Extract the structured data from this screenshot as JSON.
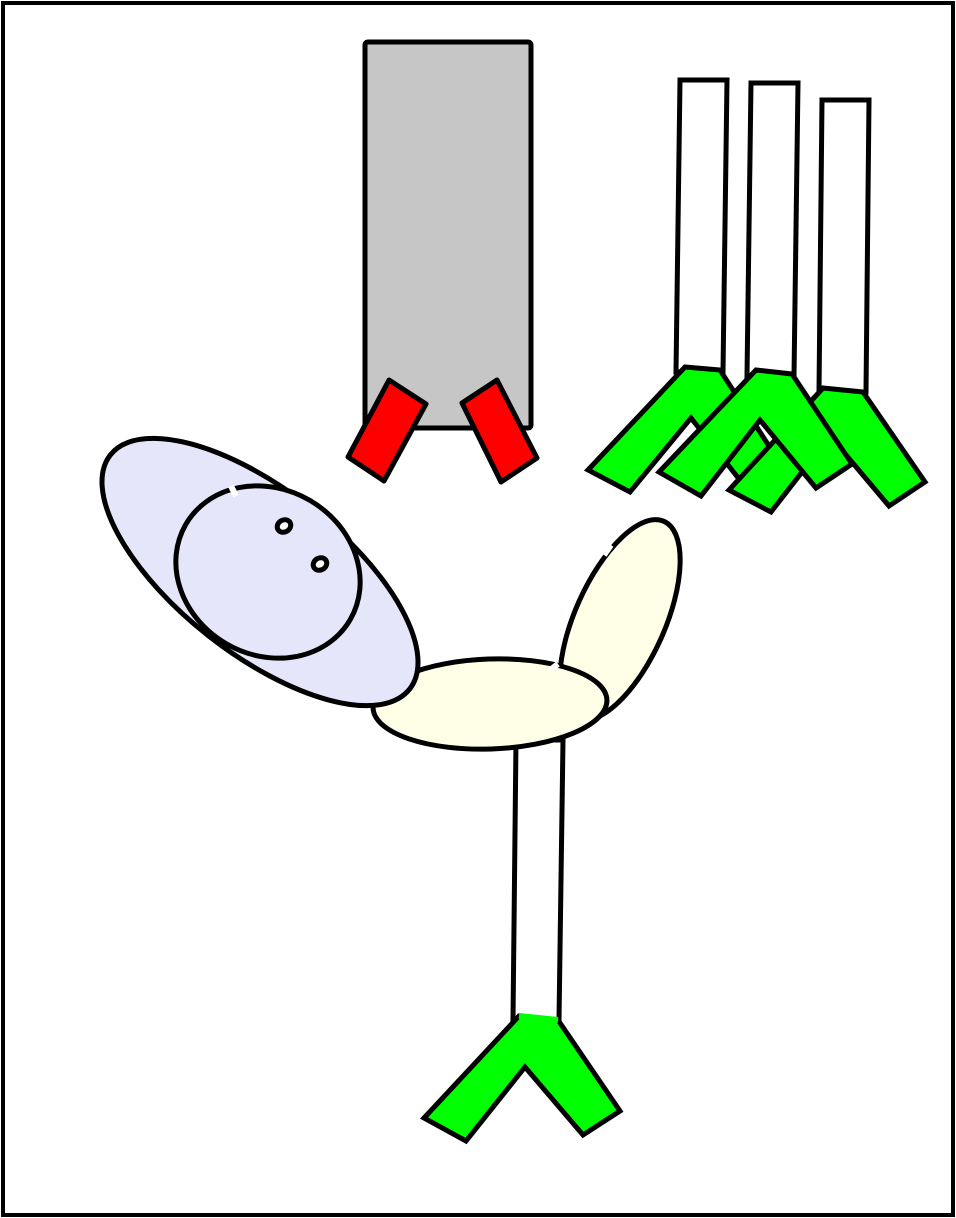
{
  "diagram": {
    "kind": "illustration",
    "text_labels": [],
    "colors": {
      "frame": "#000000",
      "background": "#ffffff",
      "gray_block": "#c6c6c6",
      "red_clip": "#ff0000",
      "green_fork": "#00ff00",
      "lavender_body": "#e6e6fa",
      "cream_body": "#fffee6",
      "stem": "#ffffff"
    },
    "elements": [
      {
        "name": "gray-block",
        "shape": "rectangle",
        "color": "gray_block"
      },
      {
        "name": "red-clip-left",
        "shape": "tilted-rectangle",
        "color": "red_clip"
      },
      {
        "name": "red-clip-right",
        "shape": "tilted-rectangle",
        "color": "red_clip"
      },
      {
        "name": "lavender-elongated-blob",
        "shape": "ellipse",
        "color": "lavender_body"
      },
      {
        "name": "lavender-round-head",
        "shape": "ellipse",
        "color": "lavender_body",
        "features": [
          "eye-dot",
          "eye-dot"
        ]
      },
      {
        "name": "cream-horizontal-blob",
        "shape": "ellipse",
        "color": "cream_body"
      },
      {
        "name": "cream-upright-blob",
        "shape": "ellipse",
        "color": "cream_body"
      },
      {
        "name": "antibody-bottom",
        "shape": "y-fork-on-stem",
        "color": "green_fork"
      },
      {
        "name": "antibody-group-top-right",
        "shape": "three-y-forks-on-stems",
        "color": "green_fork",
        "count": 3
      }
    ]
  }
}
